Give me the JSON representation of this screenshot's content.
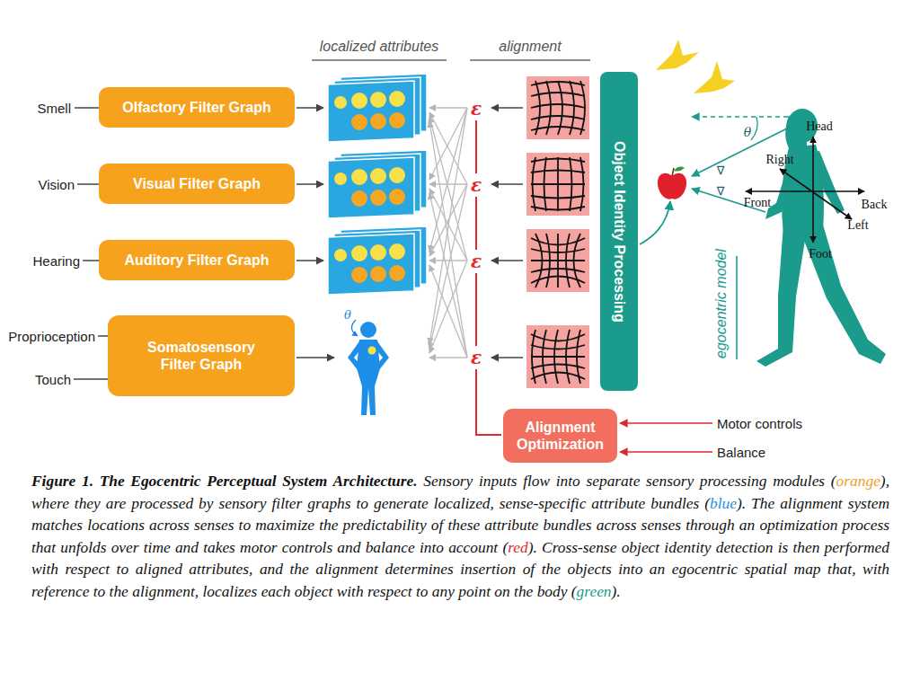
{
  "diagram": {
    "caption": "Figure 1. The Egocentric Perceptual System Architecture. Sensory inputs flow into separate sensory processing modules (orange), where they are processed by sensory filter graphs to generate localized, sense-specific attribute bundles (blue). The alignment system matches locations across senses to maximize the predictability of these attribute bundles across senses through an optimization process that unfolds over time and takes motor controls and balance into account (red). Cross-sense object identity detection is then performed with respect to aligned attributes, and the alignment determines insertion of the objects into an egocentric spatial map that, with reference to the alignment, localizes each object with respect to any point on the body (green).",
    "nodes": [
      {
        "text": [
          "Olfactory Filter Graph"
        ]
      },
      {
        "text": [
          "Visual Filter Graph"
        ]
      },
      {
        "text": [
          "Auditory Filter Graph"
        ]
      },
      {
        "text": [
          "Somatosensory Filter Graph"
        ]
      },
      {
        "text": [
          "Object Identity Processing"
        ]
      },
      {
        "text": [
          "Alignment Optimization"
        ]
      }
    ],
    "labels": [
      "localized attributes",
      "alignment",
      "Smell",
      "Vision",
      "Hearing",
      "Proprioception",
      "Touch",
      "θ",
      "ε",
      "ε",
      "ε",
      "ε",
      "Motor controls",
      "Balance",
      "θ",
      "Head",
      "Right",
      "Front",
      "Back",
      "Left",
      "Foot",
      "∇",
      "∇",
      "egocentric model"
    ]
  }
}
